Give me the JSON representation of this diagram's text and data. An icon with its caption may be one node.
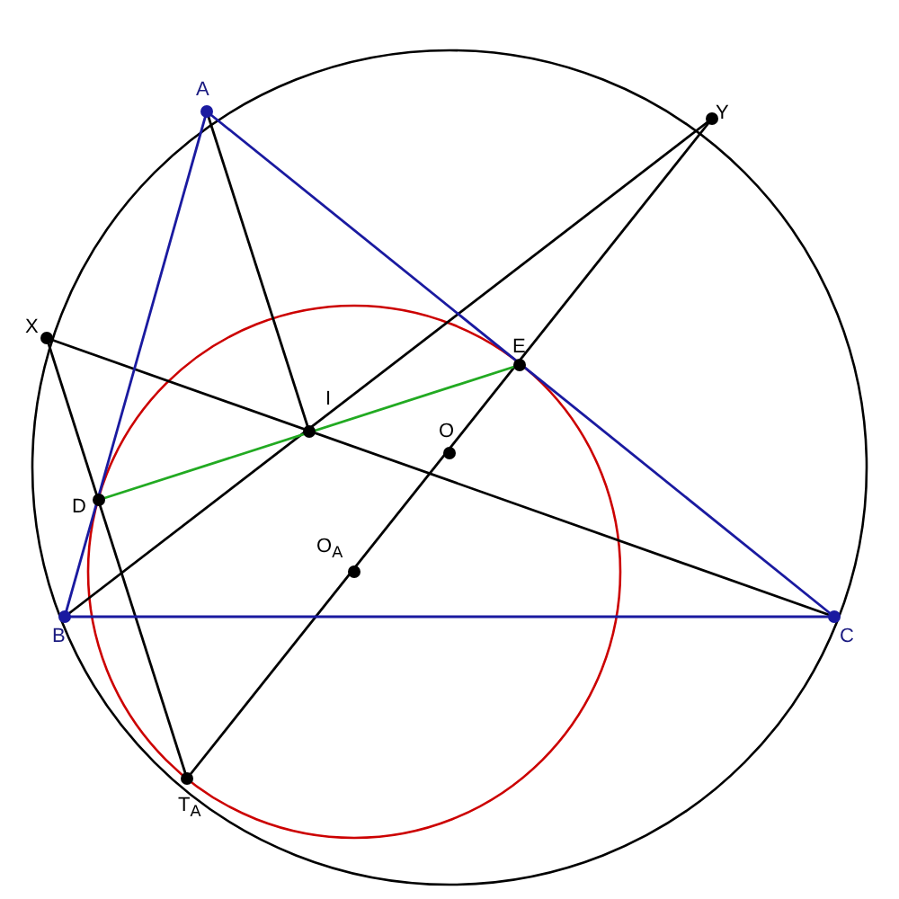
{
  "diagram": {
    "labels": [
      "A",
      "Y",
      "X",
      "E",
      "I",
      "O",
      "D",
      "O$_{A}$",
      "B",
      "C",
      "T$_{A}$"
    ]
  }
}
